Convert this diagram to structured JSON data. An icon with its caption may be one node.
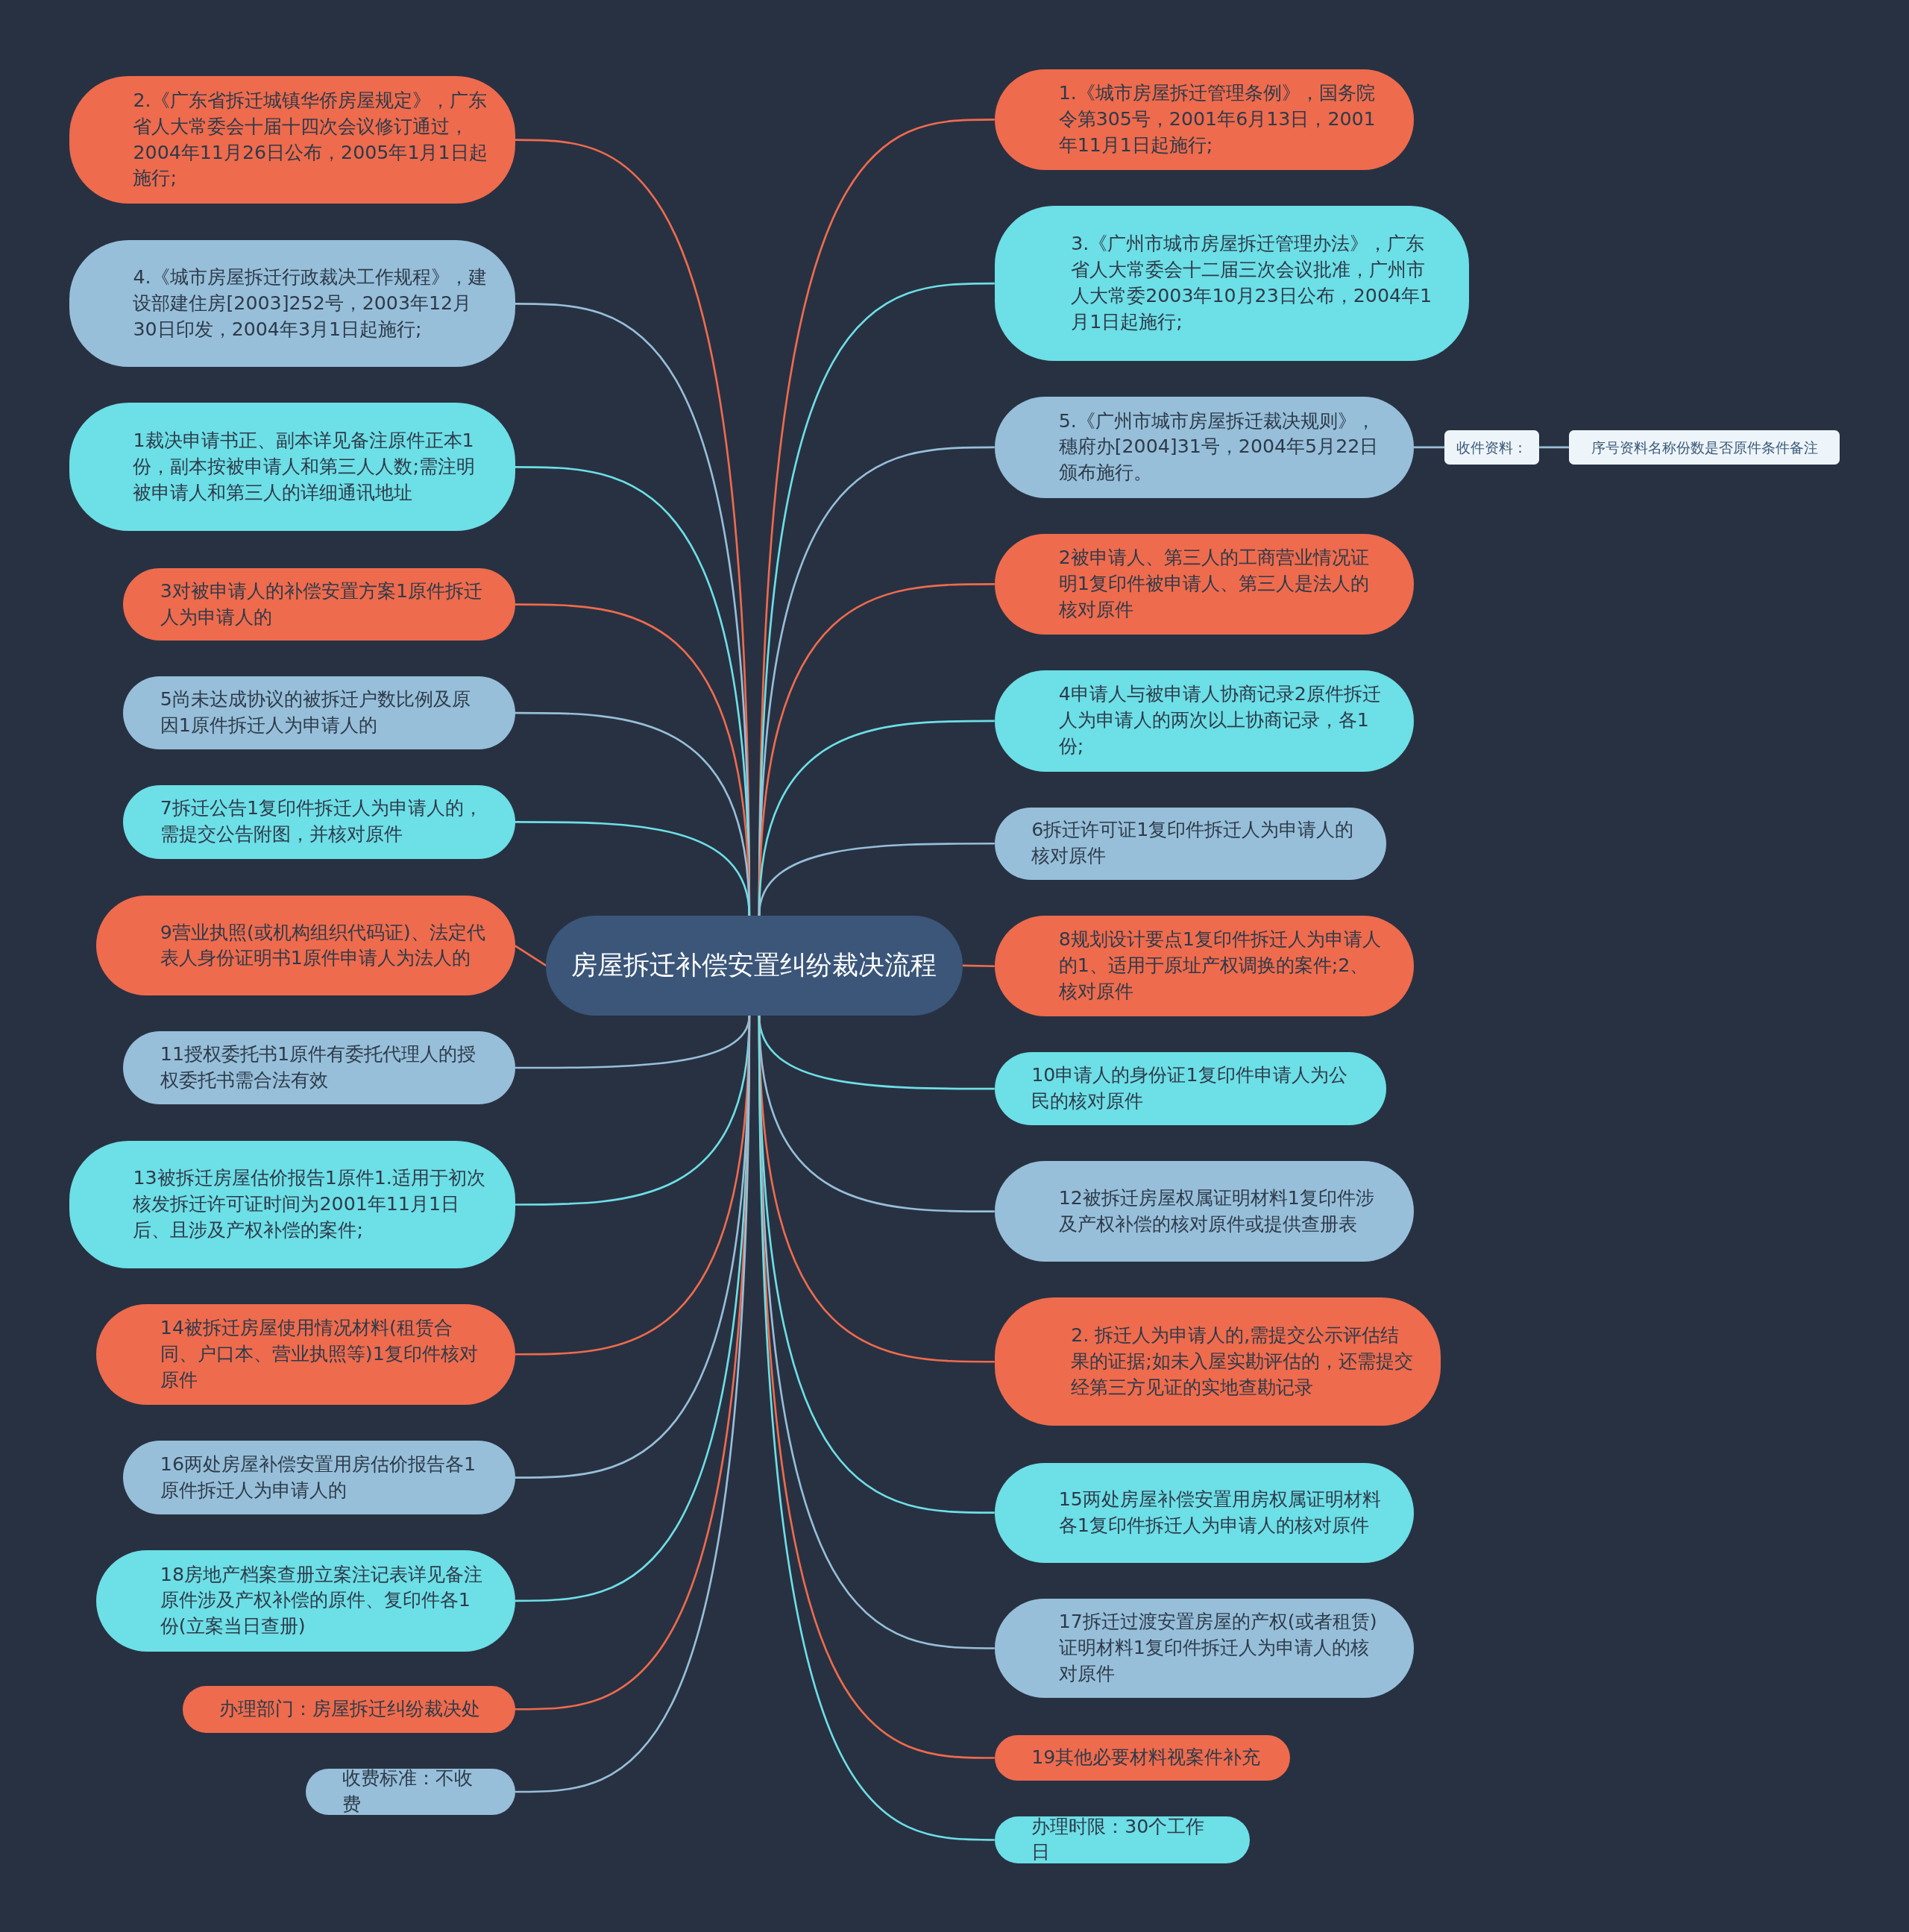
{
  "diagram": {
    "nodes": [
      {
        "text": [
          "房屋拆迁补偿安置纠纷裁决流程"
        ]
      },
      {
        "text": [
          "2.《广东省拆迁城镇华侨房屋规定》，广东省人大常委会十届十四次会议修订通过，2004年11月26日公布，2005年1月1日起施行;"
        ]
      },
      {
        "text": [
          "4.《城市房屋拆迁行政裁决工作规程》，建设部建住房[2003]252号，2003年12月30日印发，2004年3月1日起施行;"
        ]
      },
      {
        "text": [
          "1裁决申请书正、副本详见备注原件正本1 份，副本按被申请人和第三人人数;需注明被申请人和第三人的详细通讯地址"
        ]
      },
      {
        "text": [
          "3对被申请人的补偿安置方案1原件拆迁人为申请人的"
        ]
      },
      {
        "text": [
          "5尚未达成协议的被拆迁户数比例及原因1原件拆迁人为申请人的"
        ]
      },
      {
        "text": [
          "7拆迁公告1复印件拆迁人为申请人的，需提交公告附图，并核对原件"
        ]
      },
      {
        "text": [
          "9营业执照(或机构组织代码证)、法定代表人身份证明书1原件申请人为法人的"
        ]
      },
      {
        "text": [
          "11授权委托书1原件有委托代理人的授权委托书需合法有效"
        ]
      },
      {
        "text": [
          "13被拆迁房屋估价报告1原件1.适用于初次核发拆迁许可证时间为2001年11月1日后、且涉及产权补偿的案件;"
        ]
      },
      {
        "text": [
          "14被拆迁房屋使用情况材料(租赁合同、户口本、营业执照等)1复印件核对原件"
        ]
      },
      {
        "text": [
          "16两处房屋补偿安置用房估价报告各1原件拆迁人为申请人的"
        ]
      },
      {
        "text": [
          "18房地产档案查册立案注记表详见备注原件涉及产权补偿的原件、复印件各1 份(立案当日查册)"
        ]
      },
      {
        "text": [
          "办理部门：房屋拆迁纠纷裁决处"
        ]
      },
      {
        "text": [
          "收费标准：不收费"
        ]
      },
      {
        "text": [
          "1.《城市房屋拆迁管理条例》，国务院令第305号，2001年6月13日，2001年11月1日起施行;"
        ]
      },
      {
        "text": [
          "3.《广州市城市房屋拆迁管理办法》，广东省人大常委会十二届三次会议批准，广州市人大常委2003年10月23日公布，2004年1月1日起施行;"
        ]
      },
      {
        "text": [
          "5.《广州市城市房屋拆迁裁决规则》，穗府办[2004]31号，2004年5月22日颁布施行。"
        ]
      },
      {
        "text": [
          "收件资料："
        ]
      },
      {
        "text": [
          "序号资料名称份数是否原件条件备注"
        ]
      },
      {
        "text": [
          "2被申请人、第三人的工商营业情况证明1复印件被申请人、第三人是法人的核对原件"
        ]
      },
      {
        "text": [
          "4申请人与被申请人协商记录2原件拆迁人为申请人的两次以上协商记录，各1 份;"
        ]
      },
      {
        "text": [
          "6拆迁许可证1复印件拆迁人为申请人的核对原件"
        ]
      },
      {
        "text": [
          "8规划设计要点1复印件拆迁人为申请人的1、适用于原址产权调换的案件;2、核对原件"
        ]
      },
      {
        "text": [
          "10申请人的身份证1复印件申请人为公民的核对原件"
        ]
      },
      {
        "text": [
          "12被拆迁房屋权属证明材料1复印件涉及产权补偿的核对原件或提供查册表"
        ]
      },
      {
        "text": [
          "2. 拆迁人为申请人的,需提交公示评估结果的证据;如未入屋实勘评估的，还需提交经第三方见证的实地查勘记录"
        ]
      },
      {
        "text": [
          "15两处房屋补偿安置用房权属证明材料各1复印件拆迁人为申请人的核对原件"
        ]
      },
      {
        "text": [
          "17拆迁过渡安置房屋的产权(或者租赁)证明材料1复印件拆迁人为申请人的核对原件"
        ]
      },
      {
        "text": [
          "19其他必要材料视案件补充"
        ]
      },
      {
        "text": [
          "办理时限：30个工作日"
        ]
      }
    ],
    "edges": [
      {
        "from": 0,
        "to": 1,
        "arrow": "none",
        "color": "#ee6b4d"
      },
      {
        "from": 0,
        "to": 2,
        "arrow": "none",
        "color": "#97bfd9"
      },
      {
        "from": 0,
        "to": 3,
        "arrow": "none",
        "color": "#6ddfe6"
      },
      {
        "from": 0,
        "to": 4,
        "arrow": "none",
        "color": "#ee6b4d"
      },
      {
        "from": 0,
        "to": 5,
        "arrow": "none",
        "color": "#97bfd9"
      },
      {
        "from": 0,
        "to": 6,
        "arrow": "none",
        "color": "#6ddfe6"
      },
      {
        "from": 0,
        "to": 7,
        "arrow": "none",
        "color": "#ee6b4d"
      },
      {
        "from": 0,
        "to": 8,
        "arrow": "none",
        "color": "#97bfd9"
      },
      {
        "from": 0,
        "to": 9,
        "arrow": "none",
        "color": "#6ddfe6"
      },
      {
        "from": 0,
        "to": 10,
        "arrow": "none",
        "color": "#ee6b4d"
      },
      {
        "from": 0,
        "to": 11,
        "arrow": "none",
        "color": "#97bfd9"
      },
      {
        "from": 0,
        "to": 12,
        "arrow": "none",
        "color": "#6ddfe6"
      },
      {
        "from": 0,
        "to": 13,
        "arrow": "none",
        "color": "#ee6b4d"
      },
      {
        "from": 0,
        "to": 14,
        "arrow": "none",
        "color": "#97bfd9"
      },
      {
        "from": 0,
        "to": 15,
        "arrow": "none",
        "color": "#ee6b4d"
      },
      {
        "from": 0,
        "to": 16,
        "arrow": "none",
        "color": "#6ddfe6"
      },
      {
        "from": 0,
        "to": 17,
        "arrow": "none",
        "color": "#97bfd9"
      },
      {
        "from": 17,
        "to": 18,
        "arrow": "none",
        "color": "#97bfd9"
      },
      {
        "from": 18,
        "to": 19,
        "arrow": "none",
        "color": "#97bfd9"
      },
      {
        "from": 0,
        "to": 20,
        "arrow": "none",
        "color": "#ee6b4d"
      },
      {
        "from": 0,
        "to": 21,
        "arrow": "none",
        "color": "#6ddfe6"
      },
      {
        "from": 0,
        "to": 22,
        "arrow": "none",
        "color": "#97bfd9"
      },
      {
        "from": 0,
        "to": 23,
        "arrow": "none",
        "color": "#ee6b4d"
      },
      {
        "from": 0,
        "to": 24,
        "arrow": "none",
        "color": "#6ddfe6"
      },
      {
        "from": 0,
        "to": 25,
        "arrow": "none",
        "color": "#97bfd9"
      },
      {
        "from": 0,
        "to": 26,
        "arrow": "none",
        "color": "#ee6b4d"
      },
      {
        "from": 0,
        "to": 27,
        "arrow": "none",
        "color": "#6ddfe6"
      },
      {
        "from": 0,
        "to": 28,
        "arrow": "none",
        "color": "#97bfd9"
      },
      {
        "from": 0,
        "to": 29,
        "arrow": "none",
        "color": "#ee6b4d"
      },
      {
        "from": 0,
        "to": 30,
        "arrow": "none",
        "color": "#6ddfe6"
      }
    ]
  }
}
